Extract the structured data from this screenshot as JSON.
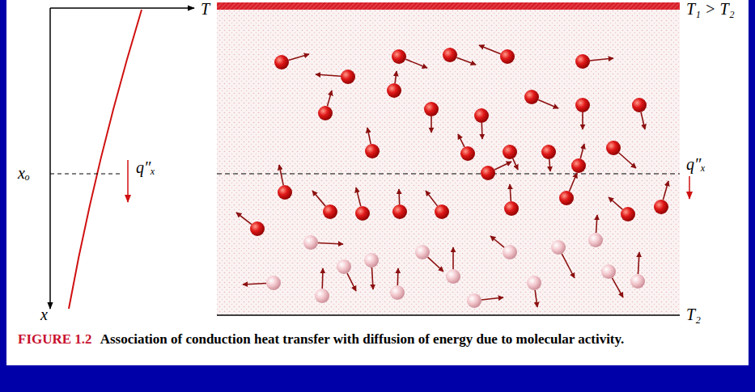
{
  "diagram": {
    "caption": "Association of conduction heat transfer with diffusion of energy due to molecular activity.",
    "labels": [
      "T",
      "xₒ",
      "q″ₓ",
      "x",
      "T₁ > T₂",
      "q″ₓ",
      "T₂",
      "FIGURE 1.2"
    ]
  }
}
